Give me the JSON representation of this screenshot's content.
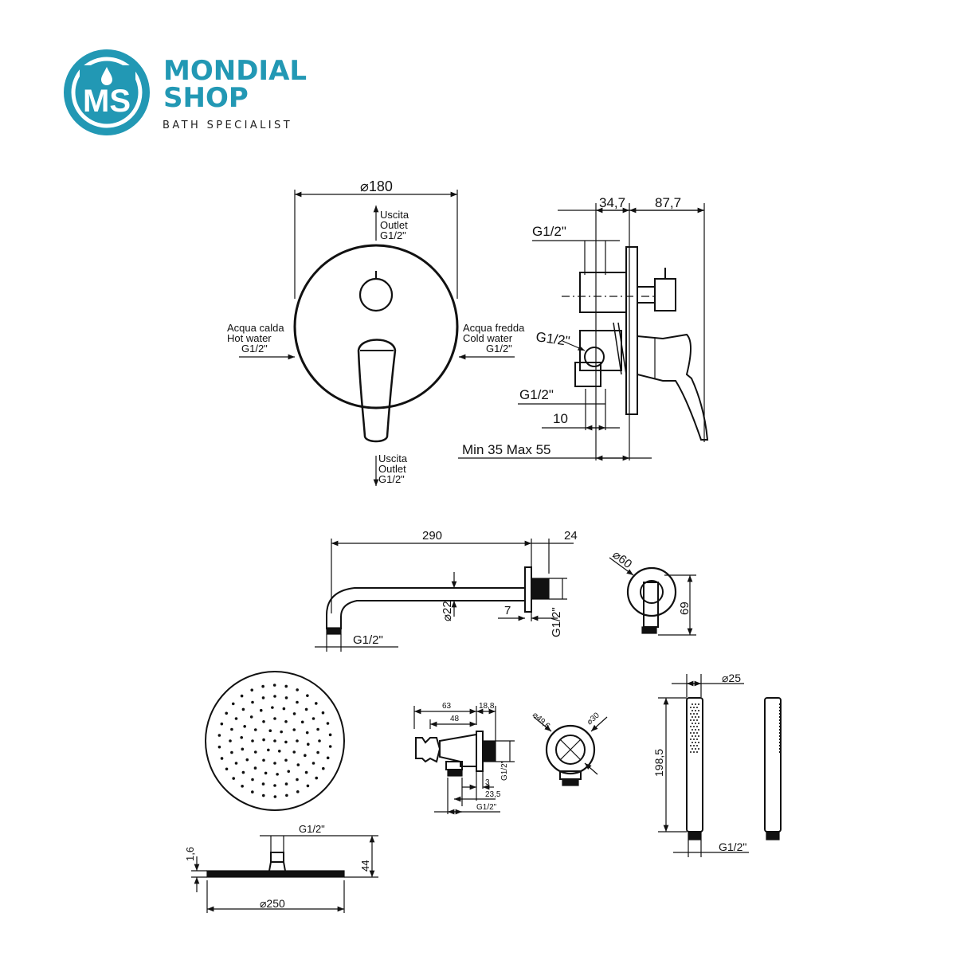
{
  "brand": {
    "logo_initials": "MS",
    "name_line1": "MONDIAL",
    "name_line2": "SHOP",
    "tagline": "BATH SPECIALIST",
    "color": "#2298b4"
  },
  "mixer_front": {
    "diameter": "⌀180",
    "outlet_top": [
      "Uscita",
      "Outlet",
      "G1/2\""
    ],
    "hot_water": [
      "Acqua calda",
      "Hot water",
      "G1/2\""
    ],
    "cold_water": [
      "Acqua fredda",
      "Cold water",
      "G1/2\""
    ],
    "outlet_bottom": [
      "Uscita",
      "Outlet",
      "G1/2\""
    ]
  },
  "mixer_side": {
    "dim_a": "34,7",
    "dim_b": "87,7",
    "thread_top": "G1/2\"",
    "thread_mid": "G1/2\"",
    "thread_bottom": "G1/2\"",
    "dim_10": "10",
    "depth_range": "Min 35 Max 55"
  },
  "shower_arm": {
    "length": "290",
    "flange": "24",
    "tube_dia": "⌀22",
    "dim_7": "7",
    "thread_wall": "G1/2\"",
    "thread_end": "G1/2\""
  },
  "arm_end": {
    "flange_dia": "⌀60",
    "height": "69"
  },
  "elbow": {
    "dim_63": "63",
    "dim_18_8": "18,8",
    "dim_48": "48",
    "thread_side": "G1/2\"",
    "dim_3": "3",
    "dim_23_5": "23,5",
    "thread_bottom": "G1/2\""
  },
  "elbow_front": {
    "dia_outer": "⌀49,6",
    "dia_inner": "⌀30"
  },
  "hand_shower": {
    "diameter": "⌀25",
    "length": "198,5",
    "thread": "G1/2\""
  },
  "head_shower": {
    "thread": "G1/2\"",
    "thickness": "1,6",
    "height": "44",
    "diameter": "⌀250"
  }
}
